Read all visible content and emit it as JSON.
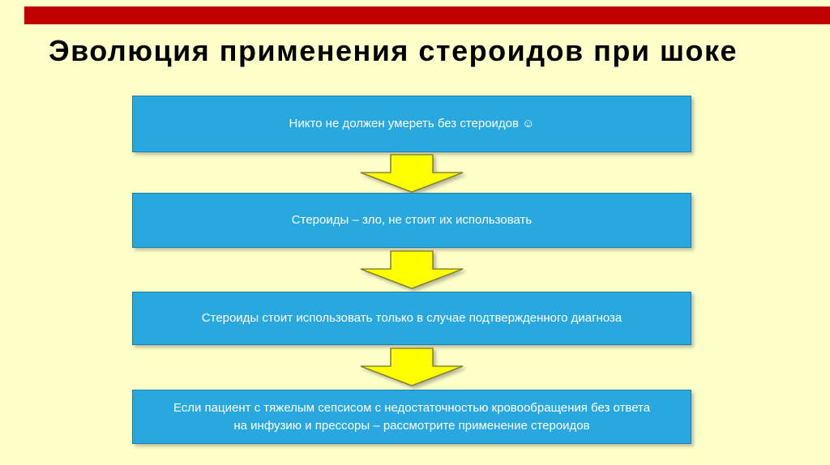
{
  "slide": {
    "title": "Эволюция применения стероидов при шоке",
    "steps": [
      "Никто не должен умереть без стероидов ☺",
      "Стероиды – зло, не стоит их использовать",
      "Стероиды стоит использовать только в случае подтвержденного диагноза",
      "Если пациент с тяжелым сепсисом с недостаточностью кровообращения без ответа на инфузию и прессоры – рассмотрите применение стероидов"
    ],
    "colors": {
      "background": "#FFFFC9",
      "top_bar": "#C00000",
      "box_fill": "#29A8DF",
      "box_border": "#1E7FAE",
      "box_text": "#FFFFFF",
      "arrow_fill": "#FFFF00",
      "arrow_outline": "#7F7F2A",
      "title_text": "#000000"
    }
  }
}
